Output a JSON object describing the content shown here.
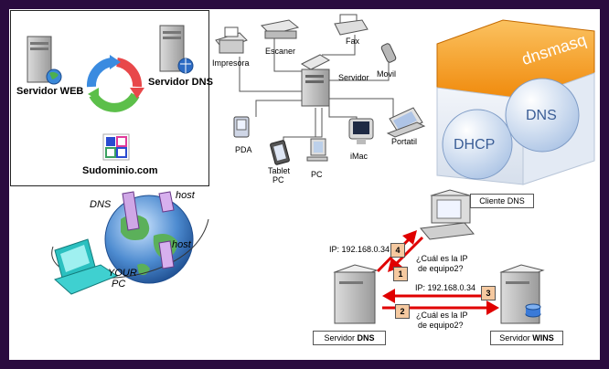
{
  "panel_top_left": {
    "server_web": "Servidor WEB",
    "server_dns": "Servidor DNS",
    "domain": "Sudominio.com"
  },
  "network": {
    "printer": "Impresora",
    "scanner": "Escaner",
    "fax": "Fax",
    "mobile": "Movil",
    "server": "Servidor",
    "pda": "PDA",
    "tablet_line1": "Tablet",
    "tablet_line2": "PC",
    "pc": "PC",
    "imac": "iMac",
    "laptop": "Portatil"
  },
  "dnsmasq": {
    "title": "dnsmasq",
    "dns": "DNS",
    "dhcp": "DHCP"
  },
  "globe": {
    "dns": "DNS",
    "host1": "host",
    "host2": "host",
    "your_pc_line1": "YOUR",
    "your_pc_line2": "PC"
  },
  "flow": {
    "client_label": "Cliente DNS",
    "ip_top": "IP: 192.168.0.34",
    "ip_mid": "IP: 192.168.0.34",
    "question1_line1": "¿Cuál es la IP",
    "question1_line2": "de equipo2?",
    "question2_line1": "¿Cuál es la IP",
    "question2_line2": "de equipo2?",
    "step1": "1",
    "step2": "2",
    "step3": "3",
    "step4": "4",
    "server_dns_prefix": "Servidor ",
    "server_dns_bold": "DNS",
    "server_wins_prefix": "Servidor ",
    "server_wins_bold": "WINS"
  },
  "colors": {
    "frame": "#2a0b3f",
    "arrow_red": "#e00000",
    "step_box": "#f5c9a0",
    "dnsmasq_orange": "#f7a11a"
  }
}
